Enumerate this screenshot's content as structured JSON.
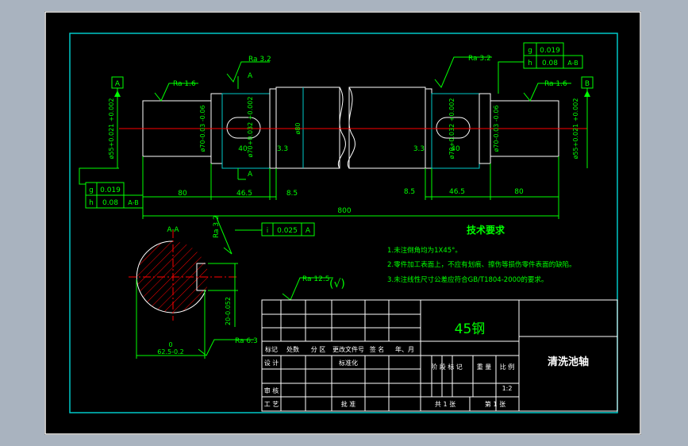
{
  "colors": {
    "background": "#a9b3bf",
    "sheet": "#000000",
    "border": "#ffffff",
    "frame": "#00c8c8",
    "annotation": "#00ff00",
    "centerline": "#ff0000",
    "outline": "#ffffff"
  },
  "drawing": {
    "datum_a": "A",
    "datum_b": "B",
    "roughness_left": "Ra 1.6",
    "roughness_right": "Ra 1.6",
    "roughness_top_left": "Ra 3.2",
    "roughness_top_right": "Ra 3.2",
    "roughness_section": "Ra 3.2",
    "roughness_general": "Ra 12.5",
    "roughness_bottom": "Ra 6.3",
    "section_marker": "A",
    "section_marker_bottom": "A",
    "section_title": "A-A",
    "diam_left_end": "ø55+0.021 +0.002",
    "diam_left_mid": "ø70-0.03 -0.06",
    "diam_left_key": "ø70+0.032 +0.002",
    "diam_center": "ø80",
    "diam_right_key": "ø70+0.032 +0.002",
    "diam_right_mid": "ø70-0.03 -0.06",
    "diam_right_end": "ø55+0.021 +0.002",
    "key_len_left": "40",
    "key_len_right": "40",
    "chamfer_left": "3.3",
    "chamfer_right": "3.3",
    "dim_80_left": "80",
    "dim_46_left": "46.5",
    "dim_8_left": "8.5",
    "dim_total": "800",
    "dim_8_right": "8.5",
    "dim_46_right": "46.5",
    "dim_80_right": "80",
    "dim_section_width": "62.5-0.2",
    "dim_section_zero": "0",
    "dim_key_width": "20-0.052",
    "tol_left": [
      {
        "sym": "g",
        "val": "0.019",
        "datum": ""
      },
      {
        "sym": "h",
        "val": "0.08",
        "datum": "A-B"
      }
    ],
    "tol_right": [
      {
        "sym": "g",
        "val": "0.019",
        "datum": ""
      },
      {
        "sym": "h",
        "val": "0.08",
        "datum": "A-B"
      }
    ],
    "tol_section": {
      "sym": "i",
      "val": "0.025",
      "datum": "A"
    }
  },
  "notes": {
    "title": "技术要求",
    "items": [
      "1.未注倒角均为1X45°。",
      "2.零件加工表面上，不应有划痕、擦伤等损伤零件表面的缺陷。",
      "3.未注线性尺寸公差应符合GB/T1804-2000的要求。"
    ]
  },
  "titleblock": {
    "material": "45钢",
    "part_name": "清洗池轴",
    "h_mark": "标记",
    "h_count": "处数",
    "h_zone": "分 区",
    "h_doc": "更改文件号",
    "h_sign": "签 名",
    "h_date": "年、月",
    "design": "设 计",
    "standard": "标准化",
    "review": "审 核",
    "process": "工 艺",
    "approve": "批 准",
    "stage": "阶 段 标 记",
    "weight": "重 量",
    "scale": "比 例",
    "scale_val": "1:2",
    "sheets_total": "共 1 张",
    "sheet_no": "第 1 张"
  }
}
